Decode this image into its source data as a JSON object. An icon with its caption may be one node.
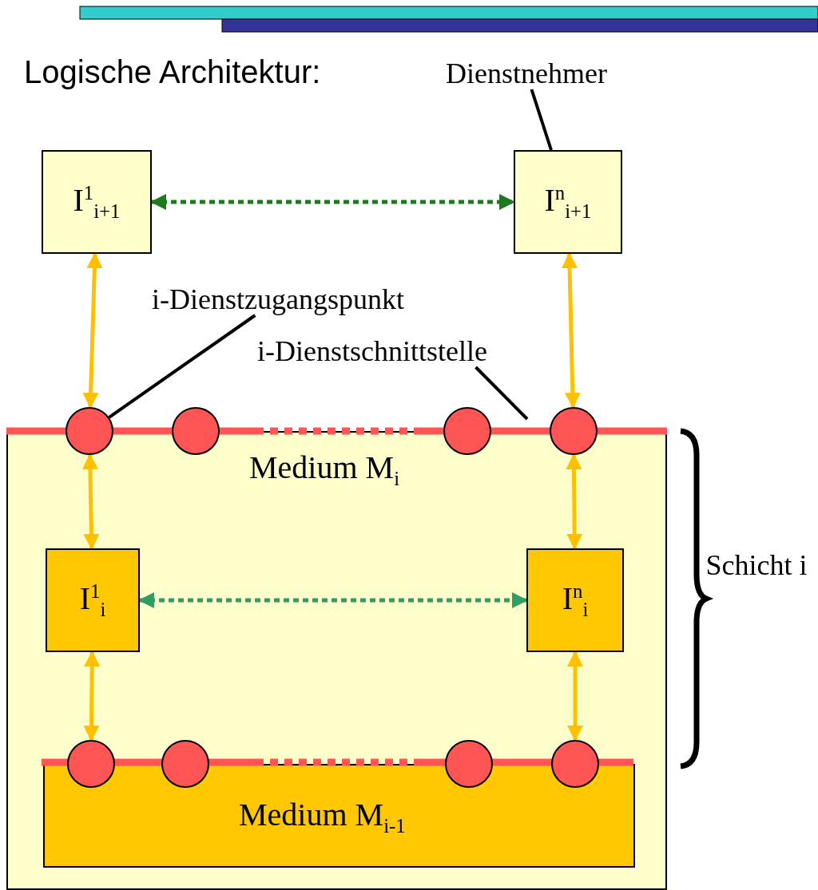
{
  "diagram": {
    "nodes": [
      {
        "text": [
          "Dienstnehmer"
        ]
      },
      {
        "text": [
          "I$^{1}$$_{i+1}$"
        ]
      },
      {
        "text": [
          "I$^{n}$$_{i+1}$"
        ]
      },
      {
        "text": [
          "i-Dienstzugangspunkt"
        ]
      },
      {
        "text": [
          "i-Dienstschnittstelle"
        ]
      },
      {
        "text": [],
        "shape": "circle"
      },
      {
        "text": [],
        "shape": "circle"
      },
      {
        "text": [],
        "shape": "circle"
      },
      {
        "text": [],
        "shape": "circle"
      },
      {
        "text": [
          "Medium M$_{i}$"
        ]
      },
      {
        "text": [
          "I$^{1}$$_{i}$"
        ],
        "in": 9
      },
      {
        "text": [
          "I$^{n}$$_{i}$"
        ],
        "in": 9
      },
      {
        "text": [
          "Medium M$_{i-1}$"
        ],
        "in": 9
      },
      {
        "text": [],
        "shape": "circle",
        "in": 9
      },
      {
        "text": [],
        "shape": "circle",
        "in": 9
      },
      {
        "text": [],
        "shape": "circle",
        "in": 9
      },
      {
        "text": [],
        "shape": "circle",
        "in": 9
      }
    ],
    "edges": [
      {
        "from": 0,
        "to": 2,
        "arrow": "none",
        "color": "#000000"
      },
      {
        "from": 1,
        "to": 2,
        "arrow": "both",
        "style": "dashed",
        "color": "#1e7a1e"
      },
      {
        "from": 1,
        "to": 5,
        "arrow": "both"
      },
      {
        "from": 2,
        "to": 8,
        "arrow": "both"
      },
      {
        "from": 3,
        "to": 5,
        "arrow": "none",
        "color": "#000000"
      },
      {
        "from": 4,
        "to": null,
        "arrow": "none",
        "color": "#000000"
      },
      {
        "from": 5,
        "to": 10,
        "arrow": "both"
      },
      {
        "from": 8,
        "to": 11,
        "arrow": "both"
      },
      {
        "from": 10,
        "to": 11,
        "arrow": "both",
        "style": "dashed",
        "color": "#2e9e62"
      },
      {
        "from": 10,
        "to": 13,
        "arrow": "both"
      },
      {
        "from": 11,
        "to": 16,
        "arrow": "both"
      }
    ],
    "labels": [
      "Logische Architektur:",
      "Schicht i"
    ]
  }
}
